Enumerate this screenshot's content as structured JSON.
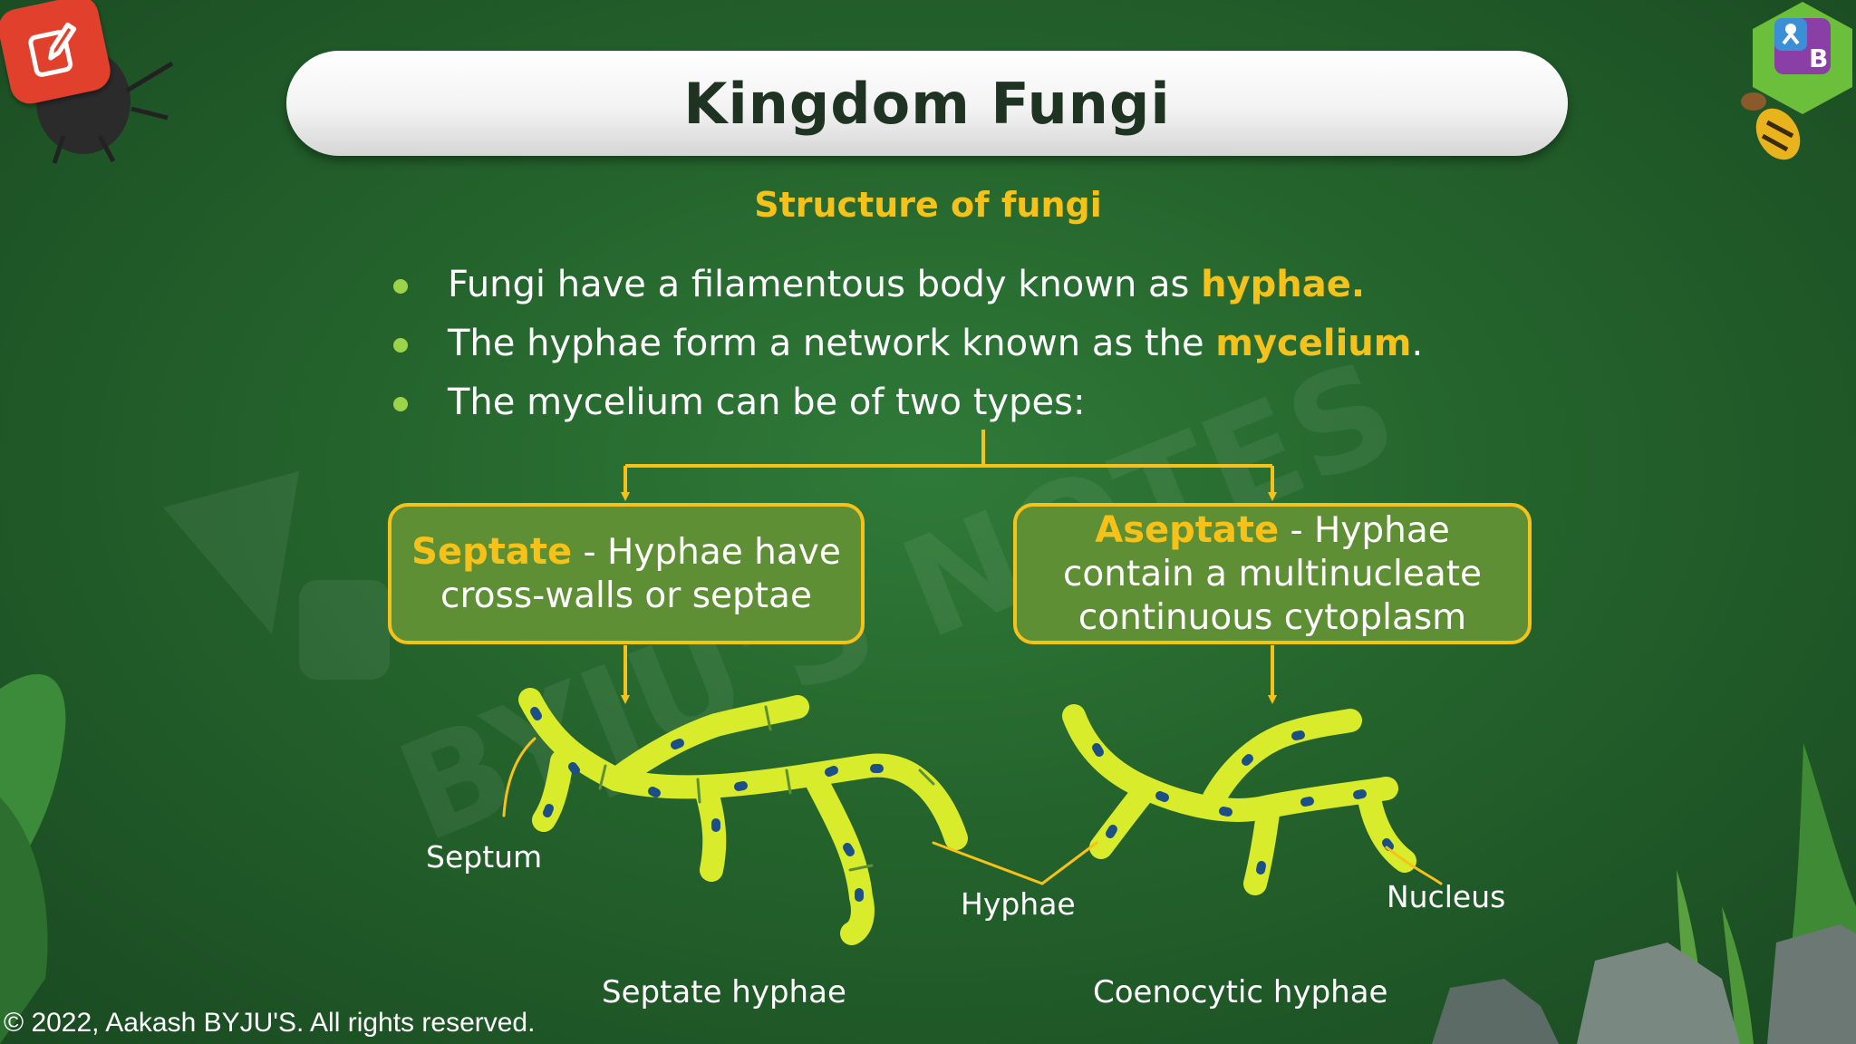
{
  "title": "Kingdom Fungi",
  "subtitle": "Structure of fungi",
  "bullets": [
    {
      "text": "Fungi have a filamentous body known as ",
      "highlight": "hyphae.",
      "suffix": ""
    },
    {
      "text": "The hyphae form a network known as the ",
      "highlight": "mycelium",
      "suffix": "."
    },
    {
      "text": "The mycelium can be of two types:",
      "highlight": "",
      "suffix": ""
    }
  ],
  "types": {
    "septate": {
      "term": "Septate",
      "line1": " - Hyphae have",
      "line2": "cross-walls or septae"
    },
    "aseptate": {
      "term": "Aseptate",
      "line1": " - Hyphae",
      "line2": "contain a multinucleate",
      "line3": "continuous cytoplasm"
    }
  },
  "labels": {
    "septum": "Septum",
    "hyphae": "Hyphae",
    "nucleus": "Nucleus",
    "septate_caption": "Septate hyphae",
    "coenocytic_caption": "Coenocytic hyphae"
  },
  "copyright": "© 2022, Aakash BYJU'S. All rights reserved.",
  "icons": {
    "edit": "edit-pencil-icon",
    "logo": "byjus-logo-icon"
  },
  "colors": {
    "accent": "#f6c21a",
    "box_fill": "#5e8f34",
    "hypha_fill": "#d8ec2c",
    "nucleus": "#1b4f86",
    "bullet_dot": "#9bd44a"
  }
}
